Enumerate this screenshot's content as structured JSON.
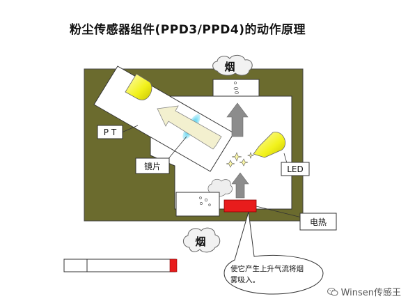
{
  "title": "粉尘传感器组件(PPD3/PPD4)的动作原理",
  "labels": {
    "smoke_top": "烟",
    "smoke_bottom": "烟",
    "pt": "P T",
    "lens": "镜片",
    "led": "LED",
    "heater": "电热",
    "callout_line1": "使它产生上升气流将烟",
    "callout_line2": "雾吸入。"
  },
  "watermark": "Winsen传感王",
  "colors": {
    "housing": "#6b6b2e",
    "chamber": "#ffffff",
    "detector": "#f2f21c",
    "lens": "#6fd9f2",
    "heater": "#e81c1c",
    "arrow_gray": "#8c8c8c",
    "arrow_light": "#f3f0cf"
  }
}
